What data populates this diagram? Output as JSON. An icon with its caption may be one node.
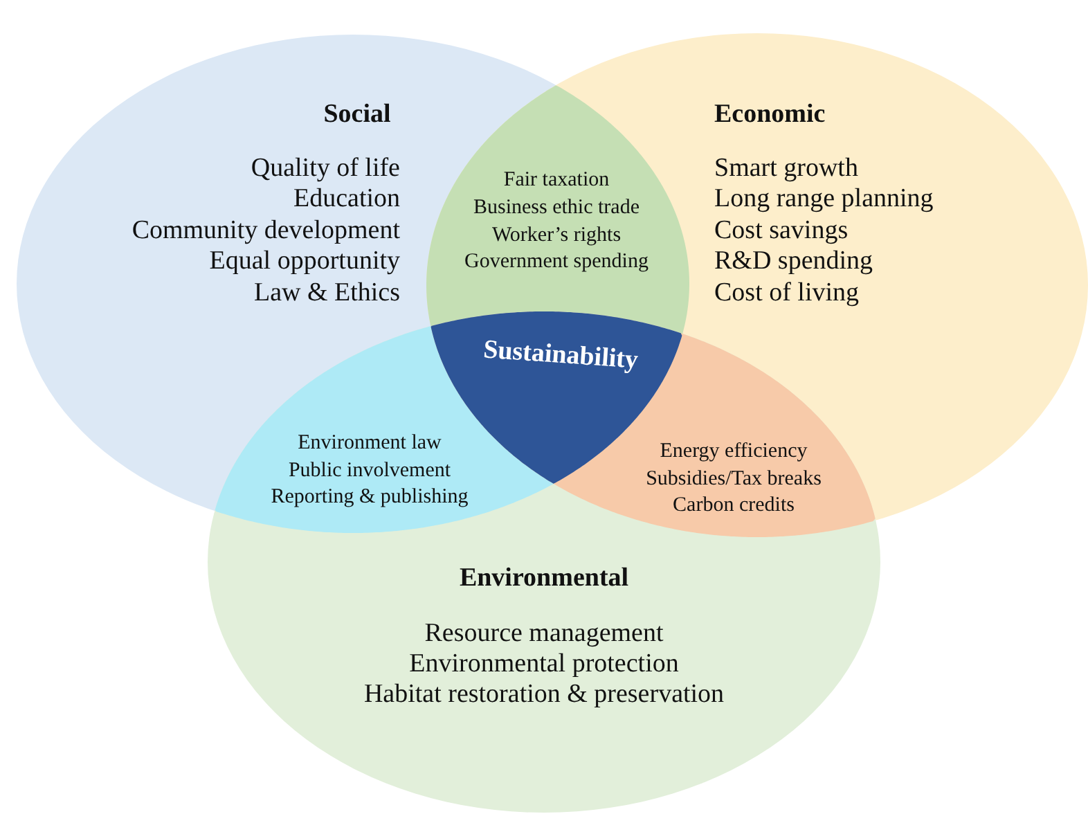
{
  "diagram": {
    "nodes": [
      {
        "text": [
          "Social",
          "Quality of life",
          "Education",
          "Community development",
          "Equal opportunity",
          "Law & Ethics"
        ]
      },
      {
        "text": [
          "Economic",
          "Smart growth",
          "Long range planning",
          "Cost savings",
          "R&D spending",
          "Cost of living"
        ]
      },
      {
        "text": [
          "Environmental",
          "Resource management",
          "Environmental protection",
          "Habitat restoration & preservation"
        ]
      },
      {
        "text": [
          "Fair taxation",
          "Business ethic trade",
          "Worker’s rights",
          "Government spending"
        ]
      },
      {
        "text": [
          "Environment law",
          "Public involvement",
          "Reporting & publishing"
        ]
      },
      {
        "text": [
          "Energy efficiency",
          "Subsidies/Tax breaks",
          "Carbon credits"
        ]
      },
      {
        "text": [
          "Sustainability"
        ]
      }
    ]
  }
}
